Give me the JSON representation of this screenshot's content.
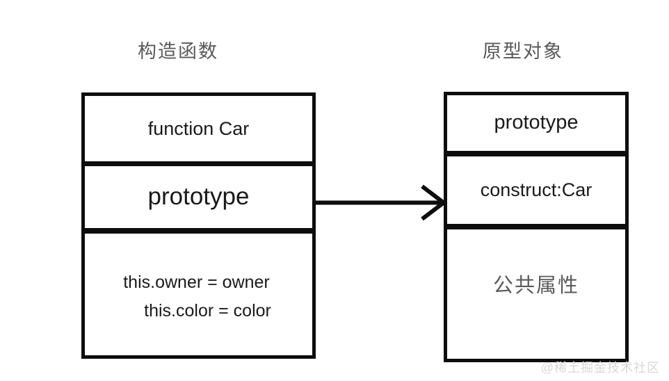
{
  "diagram": {
    "columns": {
      "left_title": "构造函数",
      "right_title": "原型对象"
    },
    "constructor_box": {
      "cells": [
        {
          "text": "function Car"
        },
        {
          "text": "prototype"
        },
        {
          "lines": [
            "this.owner = owner",
            "this.color = color"
          ]
        }
      ]
    },
    "prototype_box": {
      "cells": [
        {
          "text": "prototype"
        },
        {
          "text": "construct:Car"
        },
        {
          "text": "公共属性"
        }
      ]
    },
    "arrow": {
      "label": "arrow-constructor-to-prototype"
    },
    "watermark": "@稀土掘金技术社区",
    "colors": {
      "stroke": "#0d0d0d",
      "title_text": "#595959",
      "body_text": "#1a1a1a",
      "muted_text": "#5a5a5a",
      "watermark": "#d8d8d8",
      "background": "#ffffff"
    }
  }
}
